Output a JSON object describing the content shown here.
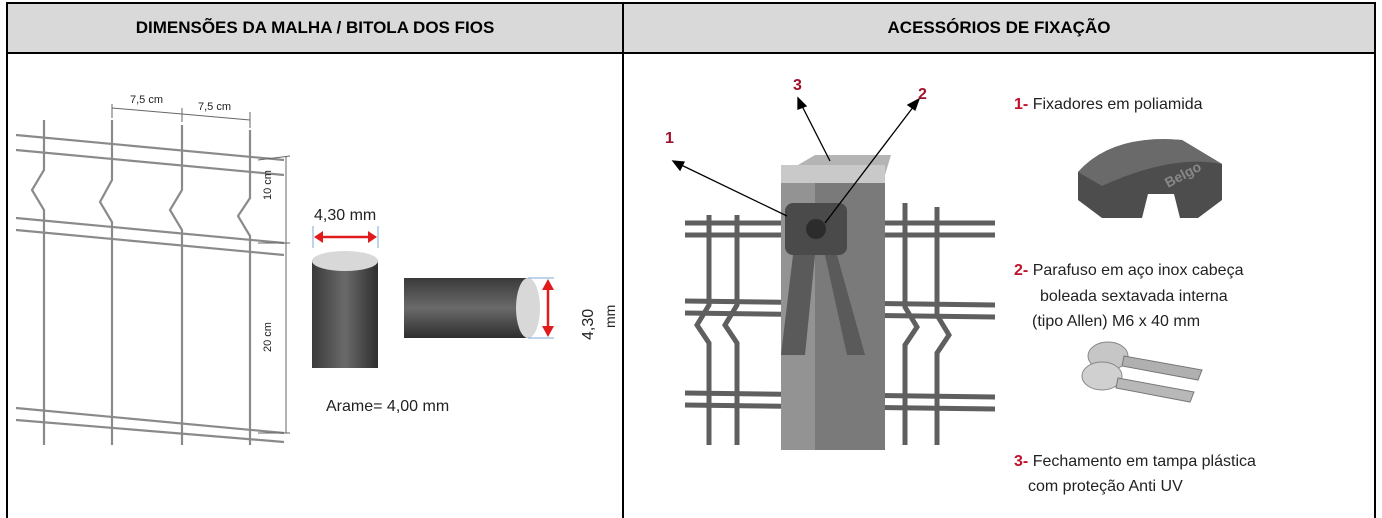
{
  "headers": {
    "left": "DIMENSÕES DA MALHA / BITOLA DOS FIOS",
    "right": "ACESSÓRIOS DE FIXAÇÃO"
  },
  "mesh": {
    "spacing_top_1": "7,5 cm",
    "spacing_top_2": "7,5 cm",
    "height_1": "10 cm",
    "height_2": "20 cm"
  },
  "wire": {
    "width_label": "4,30 mm",
    "height_value": "4,30",
    "height_unit": "mm",
    "arame_label": "Arame= 4,00 mm"
  },
  "callouts": [
    "1",
    "2",
    "3"
  ],
  "accessories": [
    {
      "num": "1-",
      "lines": [
        "Fixadores em poliamida"
      ]
    },
    {
      "num": "2-",
      "lines": [
        "Parafuso em aço inox  cabeça",
        "boleada  sextavada interna",
        "(tipo Allen) M6 x 40 mm"
      ]
    },
    {
      "num": "3-",
      "lines": [
        "Fechamento em tampa plástica",
        "com proteção Anti UV"
      ]
    }
  ],
  "logo_text": "Belgo",
  "colors": {
    "header_bg": "#d9d9d9",
    "accent": "#a0102a",
    "arrow_red": "#e01b1b",
    "steel": "#5a5a5a"
  }
}
